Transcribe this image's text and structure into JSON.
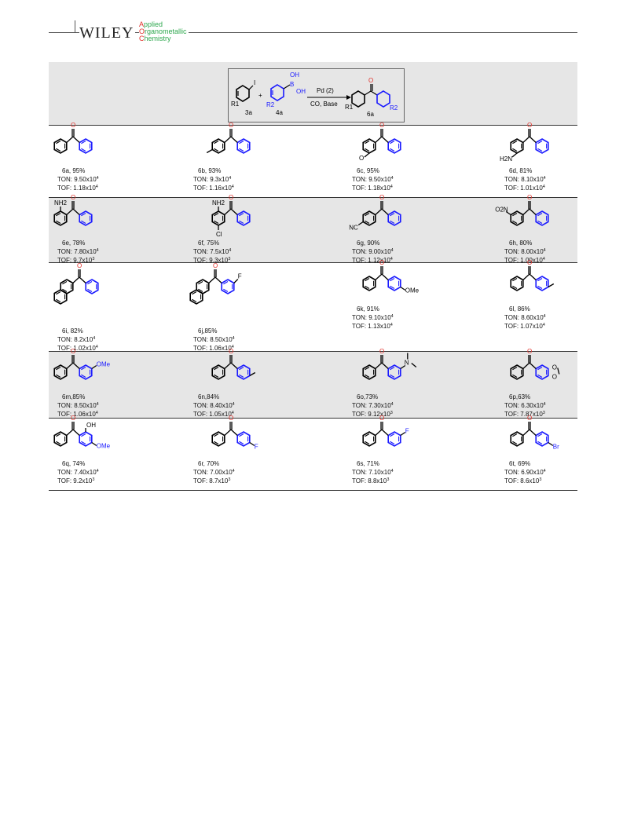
{
  "header": {
    "publisher": "WILEY",
    "journal_lines": [
      "Applied",
      "Organometallic",
      "Chemistry"
    ]
  },
  "scheme": {
    "r1": "R1",
    "r2": "R2",
    "halide": "3a",
    "boronic": "4a",
    "product": "6a",
    "iodine": "I",
    "oh1": "OH",
    "oh2": "OH",
    "boron": "B",
    "conditions_top": "Pd (2)",
    "conditions_bottom": "CO,  Base",
    "plus": "+"
  },
  "entries": [
    {
      "id": "6a",
      "yield": "95%",
      "sep": ", ",
      "ton": "9.50x10",
      "ton_exp": "4",
      "tof": "1.18x10",
      "tof_exp": "4",
      "subst": ""
    },
    {
      "id": "6b",
      "yield": "93%",
      "sep": ", ",
      "ton": "9.3x10",
      "ton_exp": "4",
      "tof": "1.16x10",
      "tof_exp": "4",
      "subst": ""
    },
    {
      "id": "6c",
      "yield": "95%",
      "sep": ", ",
      "ton": "9.50x10",
      "ton_exp": "4",
      "tof": "1.18x10",
      "tof_exp": "4",
      "subst": ""
    },
    {
      "id": "6d",
      "yield": "81%",
      "sep": ", ",
      "ton": "8.10x10",
      "ton_exp": "4",
      "tof": "1.01x10",
      "tof_exp": "4",
      "subst": "H2N"
    },
    {
      "id": "6e",
      "yield": "78%",
      "sep": ", ",
      "ton": "7.80x10",
      "ton_exp": "4",
      "tof": "9.7x10",
      "tof_exp": "3",
      "subst": "NH2"
    },
    {
      "id": "6f",
      "yield": "75%",
      "sep": ", ",
      "ton": "7.5x10",
      "ton_exp": "4",
      "tof": "9.3x10",
      "tof_exp": "3",
      "subst": "NH2",
      "subst2": "Cl"
    },
    {
      "id": "6g",
      "yield": "90%",
      "sep": ", ",
      "ton": "9.00x10",
      "ton_exp": "4",
      "tof": "1.12x10",
      "tof_exp": "4",
      "subst": "NC"
    },
    {
      "id": "6h",
      "yield": "80%",
      "sep": ", ",
      "ton": "8.00x10",
      "ton_exp": "4",
      "tof": "1.00x10",
      "tof_exp": "4",
      "subst": "O2N"
    },
    {
      "id": "6i",
      "yield": "82%",
      "sep": ", ",
      "ton": "8.2x10",
      "ton_exp": "4",
      "tof": "1.02x10",
      "tof_exp": "4",
      "subst": ""
    },
    {
      "id": "6j",
      "yield": "85%",
      "sep": ",",
      "ton": "8.50x10",
      "ton_exp": "4",
      "tof": "1.06x10",
      "tof_exp": "4",
      "subst": "F"
    },
    {
      "id": "6k",
      "yield": "91%",
      "sep": ", ",
      "ton": "9.10x10",
      "ton_exp": "4",
      "tof": "1.13x10",
      "tof_exp": "4",
      "subst": "OMe"
    },
    {
      "id": "6l",
      "yield": "86%",
      "sep": ", ",
      "ton": "8.60x10",
      "ton_exp": "4",
      "tof": "1.07x10",
      "tof_exp": "4",
      "subst": ""
    },
    {
      "id": "6m",
      "yield": "85%",
      "sep": ",",
      "ton": "8.50x10",
      "ton_exp": "4",
      "tof": "1.06x10",
      "tof_exp": "4",
      "subst": "OMe"
    },
    {
      "id": "6n",
      "yield": "84%",
      "sep": ",",
      "ton": "8.40x10",
      "ton_exp": "4",
      "tof": "1.05x10",
      "tof_exp": "4",
      "subst": ""
    },
    {
      "id": "6o",
      "yield": "73%",
      "sep": ",",
      "ton": "7.30x10",
      "ton_exp": "4",
      "tof": "9.12x10",
      "tof_exp": "3",
      "subst": "N"
    },
    {
      "id": "6p",
      "yield": "63%",
      "sep": ",",
      "ton": "6.30x10",
      "ton_exp": "4",
      "tof": "7.87x10",
      "tof_exp": "3",
      "subst": ""
    },
    {
      "id": "6q",
      "yield": "74%",
      "sep": ", ",
      "ton": "7.40x10",
      "ton_exp": "4",
      "tof": " 9.2x10",
      "tof_exp": "3",
      "subst": "OH",
      "subst2": "OMe"
    },
    {
      "id": "6r",
      "yield": "70%",
      "sep": ", ",
      "ton": "7.00x10",
      "ton_exp": "4",
      "tof": " 8.7x10",
      "tof_exp": "3",
      "subst": "F"
    },
    {
      "id": "6s",
      "yield": "71%",
      "sep": ", ",
      "ton": "7.10x10",
      "ton_exp": "4",
      "tof": " 8.8x10",
      "tof_exp": "3",
      "subst": "F"
    },
    {
      "id": "6t",
      "yield": "69%",
      "sep": ", ",
      "ton": "6.90x10",
      "ton_exp": "4",
      "tof": " 8.6x10",
      "tof_exp": "3",
      "subst": "Br"
    }
  ],
  "labels": {
    "ton_prefix": "TON: ",
    "tof_prefix": "TOF: "
  },
  "colors": {
    "carbonyl_o": "#e0312b",
    "aryl_b": "#1a1aff",
    "bond": "#000000",
    "band": "#e6e6e6",
    "journal_green": "#2fa84f"
  }
}
